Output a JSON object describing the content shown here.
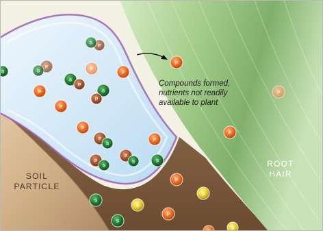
{
  "labels": {
    "soil_particle": [
      "SOIL",
      "PARTICLE"
    ],
    "root_hair": [
      "ROOT",
      "HAIR"
    ],
    "annotation": [
      "Compounds formed,",
      "nutrients not readily",
      "available to plant"
    ]
  },
  "colors": {
    "soil": "#c8a883",
    "soil_dark": "#b08c66",
    "water_film": "#d7ebf7",
    "water_edge": "#9e5fb3",
    "root_hair": "#7fb06a",
    "root_hair_light": "#c6e0b3",
    "pore_soil": "#7a5a3c",
    "background": "#f3f0e4"
  },
  "particles": [
    {
      "kind": "orange",
      "symbol": "P"
    },
    {
      "kind": "green",
      "symbol": "S"
    },
    {
      "kind": "yellow",
      "symbol": "S"
    },
    {
      "kind": "brown",
      "symbol": "P"
    }
  ],
  "icons": {
    "arrow": "arrow-right-icon"
  }
}
